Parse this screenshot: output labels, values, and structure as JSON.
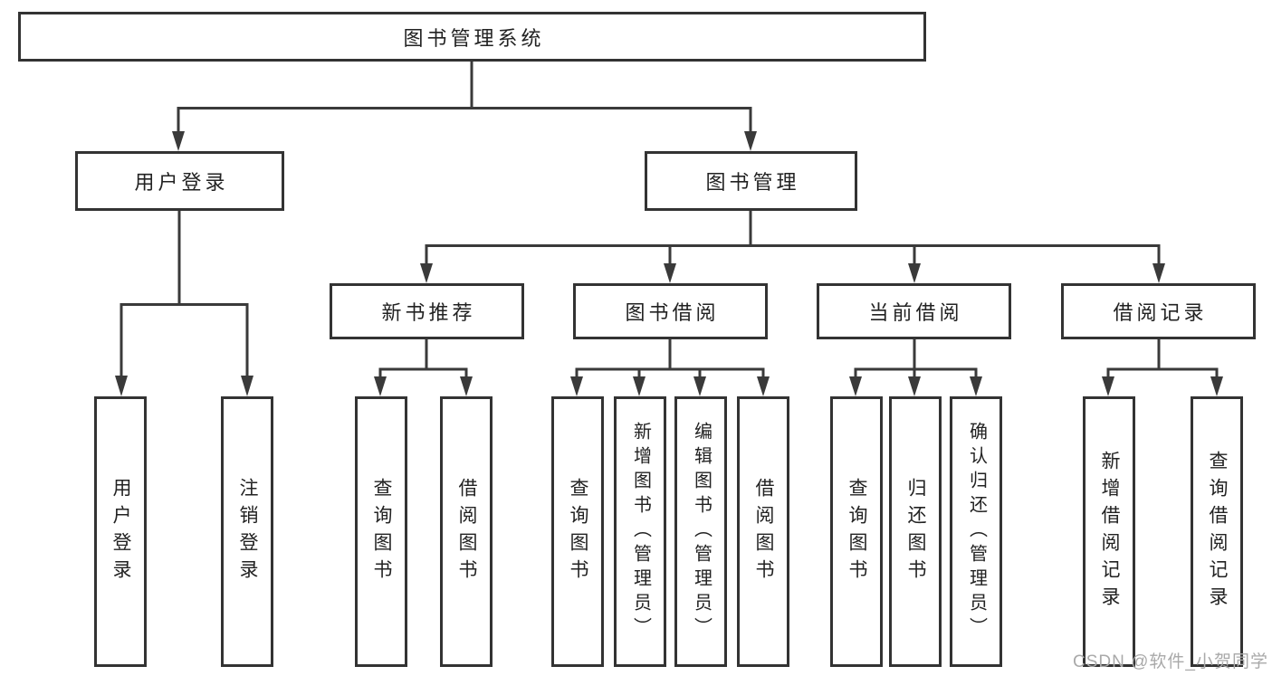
{
  "colors": {
    "line": "#3a3a3a",
    "box_border": "#333333",
    "text": "#222222",
    "watermark": "#a9a9a9",
    "background": "#ffffff"
  },
  "tree": {
    "root": {
      "label": "图书管理系统",
      "children": [
        {
          "label": "用户登录",
          "children": [
            {
              "label": "用户登录"
            },
            {
              "label": "注销登录"
            }
          ]
        },
        {
          "label": "图书管理",
          "children": [
            {
              "label": "新书推荐",
              "children": [
                {
                  "label": "查询图书"
                },
                {
                  "label": "借阅图书"
                }
              ]
            },
            {
              "label": "图书借阅",
              "children": [
                {
                  "label": "查询图书"
                },
                {
                  "label": "新增图书（管理员）"
                },
                {
                  "label": "编辑图书（管理员）"
                },
                {
                  "label": "借阅图书"
                }
              ]
            },
            {
              "label": "当前借阅",
              "children": [
                {
                  "label": "查询图书"
                },
                {
                  "label": "归还图书"
                },
                {
                  "label": "确认归还（管理员）"
                }
              ]
            },
            {
              "label": "借阅记录",
              "children": [
                {
                  "label": "新增借阅记录"
                },
                {
                  "label": "查询借阅记录"
                }
              ]
            }
          ]
        }
      ]
    }
  },
  "watermark": {
    "text": "CSDN @软件_小贺同学"
  }
}
